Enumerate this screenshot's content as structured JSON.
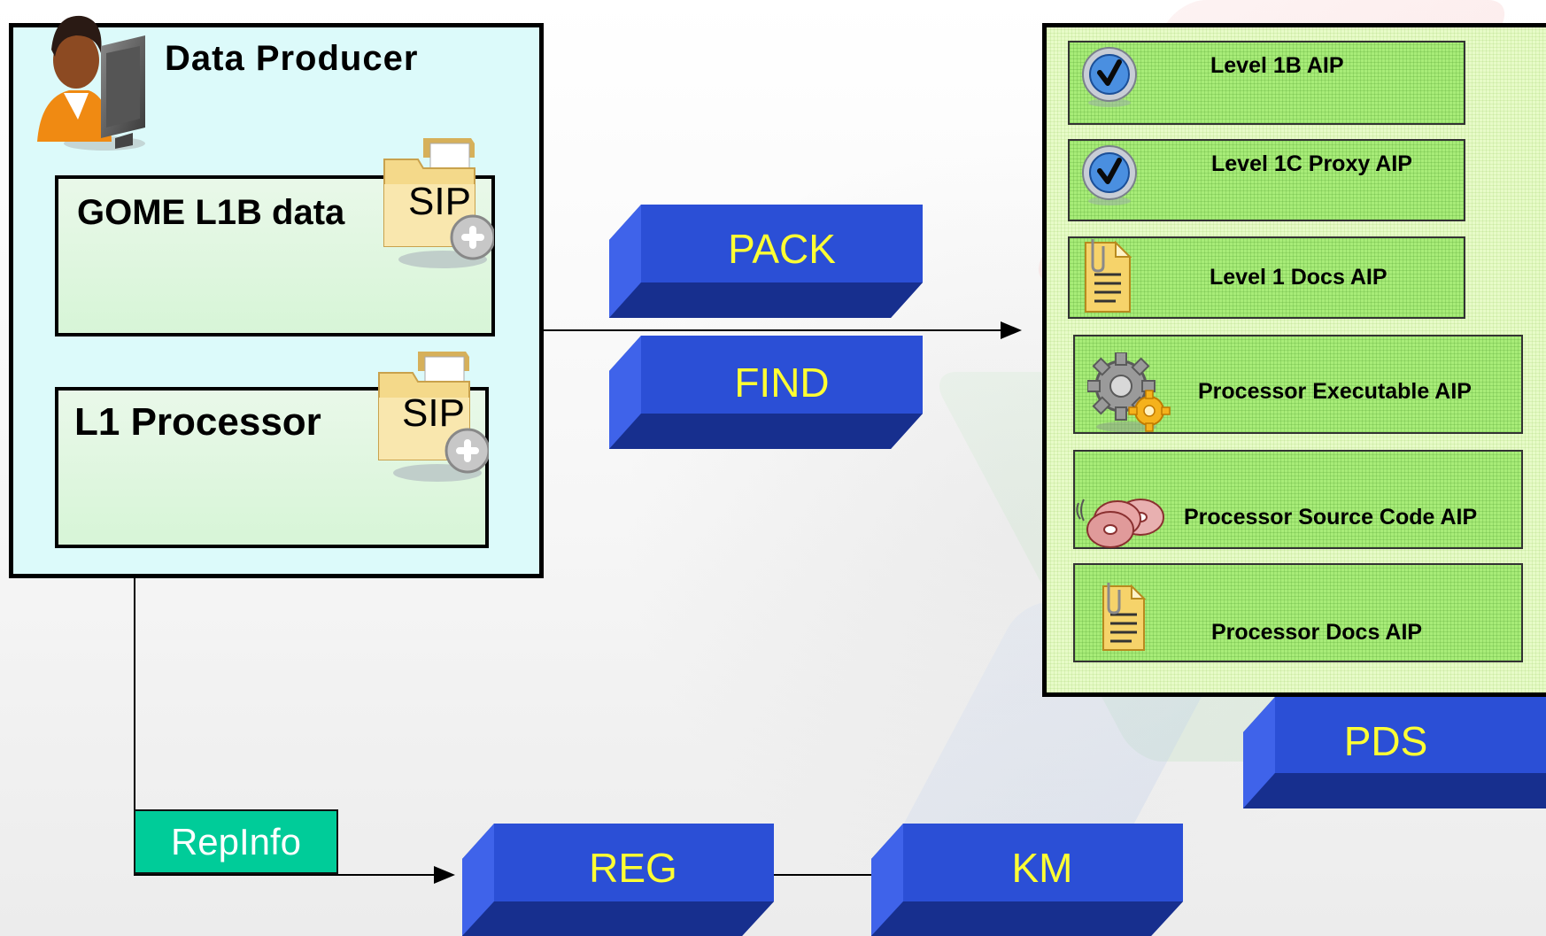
{
  "producer": {
    "title": "Data Producer",
    "gome_label": "GOME L1B data",
    "processor_label": "L1 Processor",
    "sip_label_1": "SIP",
    "sip_label_2": "SIP"
  },
  "blocks": {
    "pack": "PACK",
    "find": "FIND",
    "pds": "PDS",
    "reg": "REG",
    "km": "KM"
  },
  "repinfo": "RepInfo",
  "archive": {
    "aips": [
      {
        "label": "Level 1B AIP",
        "icon": "checkmark-icon"
      },
      {
        "label": "Level 1C Proxy AIP",
        "icon": "checkmark-icon"
      },
      {
        "label": "Level 1 Docs AIP",
        "icon": "document-icon"
      },
      {
        "label": "Processor Executable AIP",
        "icon": "gears-icon"
      },
      {
        "label": "Processor Source Code AIP",
        "icon": "discs-icon"
      },
      {
        "label": "Processor Docs AIP",
        "icon": "document-icon"
      }
    ]
  },
  "colors": {
    "block_face": "#2b4fd6",
    "block_label": "#ffff33",
    "repinfo_bg": "#00cc99",
    "producer_bg": "#dcfafa",
    "aip_bg": "#a8ec78"
  }
}
